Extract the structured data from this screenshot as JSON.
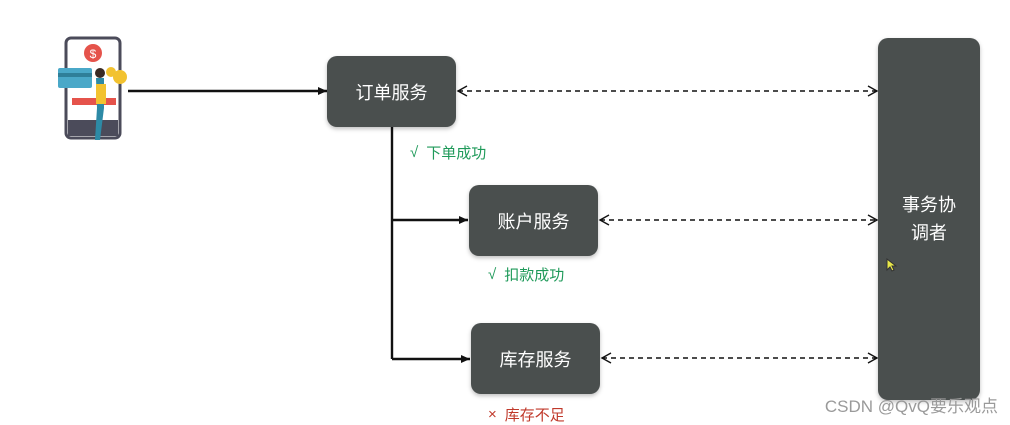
{
  "nodes": {
    "order_service": "订单服务",
    "account_service": "账户服务",
    "stock_service": "库存服务",
    "coordinator_line1": "事务协",
    "coordinator_line2": "调者"
  },
  "status": {
    "order": {
      "symbol": "√",
      "text": "下单成功",
      "state": "success"
    },
    "account": {
      "symbol": "√",
      "text": "扣款成功",
      "state": "success"
    },
    "stock": {
      "symbol": "×",
      "text": "库存不足",
      "state": "failure"
    }
  },
  "watermark": "CSDN @QvQ要乐观点",
  "client_icon": "mobile-payment-client-icon",
  "colors": {
    "box": "#4a4f4e",
    "success": "#1f9a5a",
    "failure": "#c0392b"
  }
}
